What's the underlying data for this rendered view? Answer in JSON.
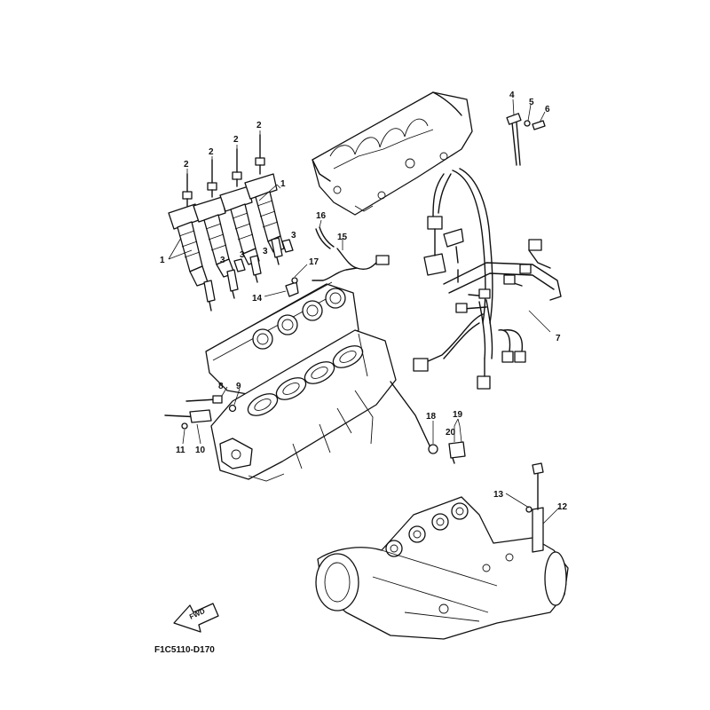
{
  "diagram_code": "F1C5110-D170",
  "fwd_label": "FWD",
  "callouts": {
    "c1a": "1",
    "c1b": "1",
    "c2a": "2",
    "c2b": "2",
    "c2c": "2",
    "c2d": "2",
    "c3a": "3",
    "c3b": "3",
    "c3c": "3",
    "c3d": "3",
    "c4": "4",
    "c5": "5",
    "c6": "6",
    "c7": "7",
    "c8": "8",
    "c9": "9",
    "c10": "10",
    "c11": "11",
    "c12": "12",
    "c13": "13",
    "c14": "14",
    "c15": "15",
    "c16": "16",
    "c17": "17",
    "c18": "18",
    "c19": "19",
    "c20": "20"
  }
}
